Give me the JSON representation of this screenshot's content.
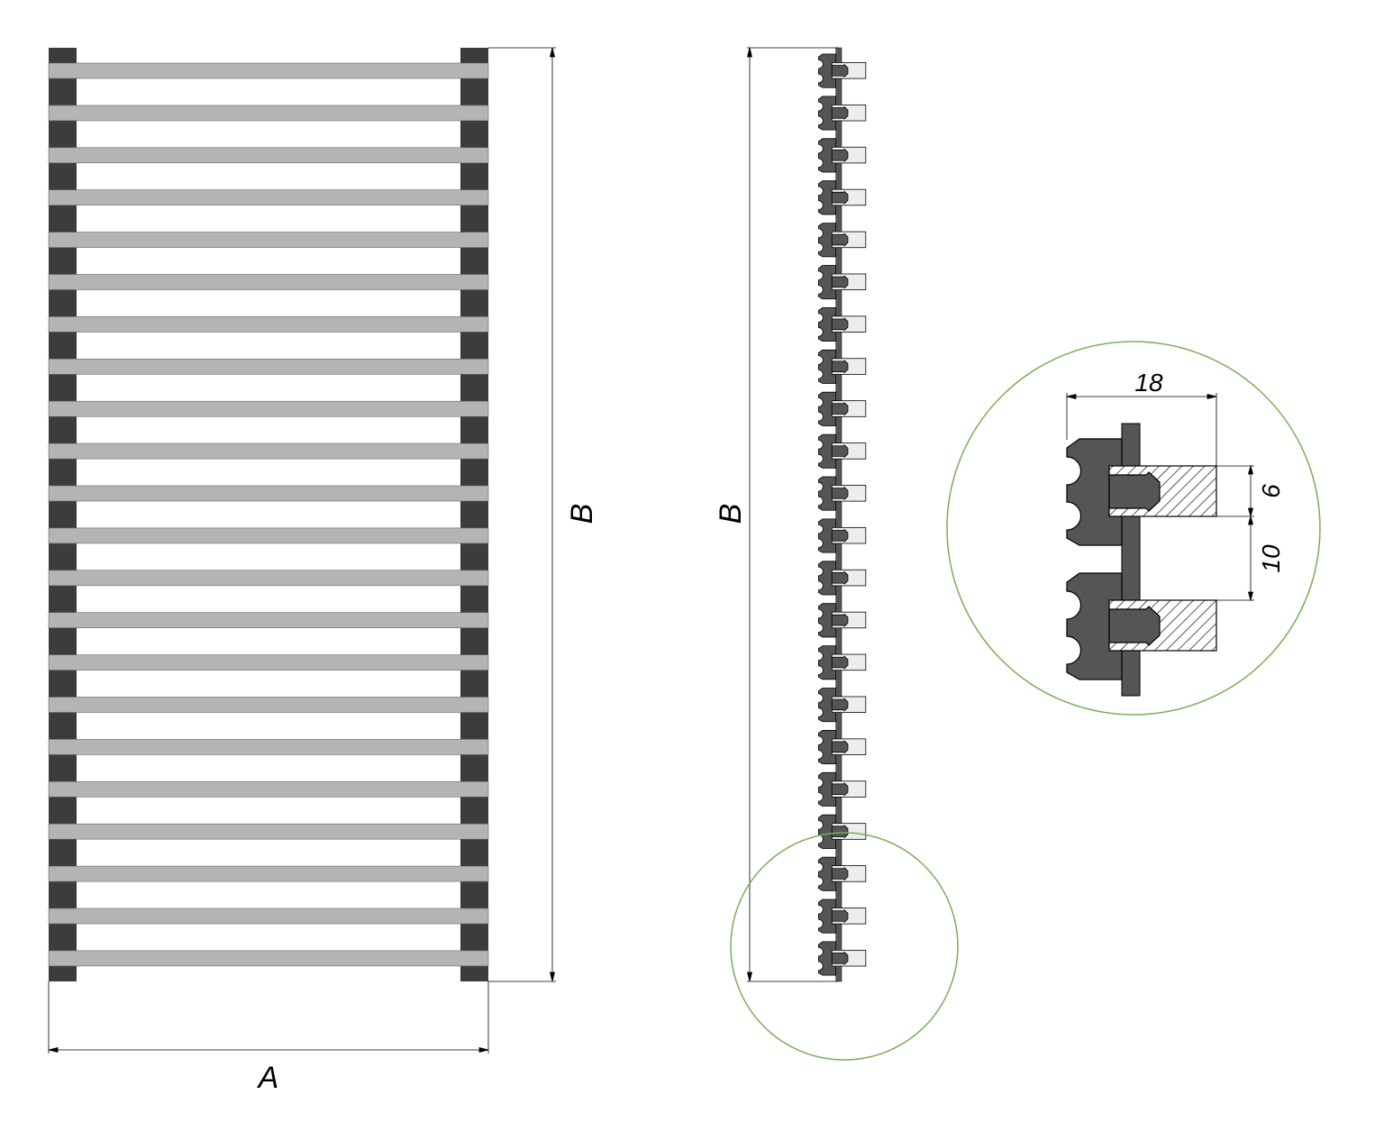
{
  "front_view": {
    "width_label": "A",
    "height_label": "B",
    "bar_count": 22
  },
  "side_view": {
    "height_label": "B",
    "module_count": 22
  },
  "detail_view": {
    "width_label": "18",
    "wood_thickness_label": "6",
    "gap_label": "10"
  },
  "colors": {
    "rail": "#3c3c3c",
    "bar": "#b4b4b4",
    "profile": "#555555",
    "circle": "#7aae55",
    "line": "#000000"
  }
}
